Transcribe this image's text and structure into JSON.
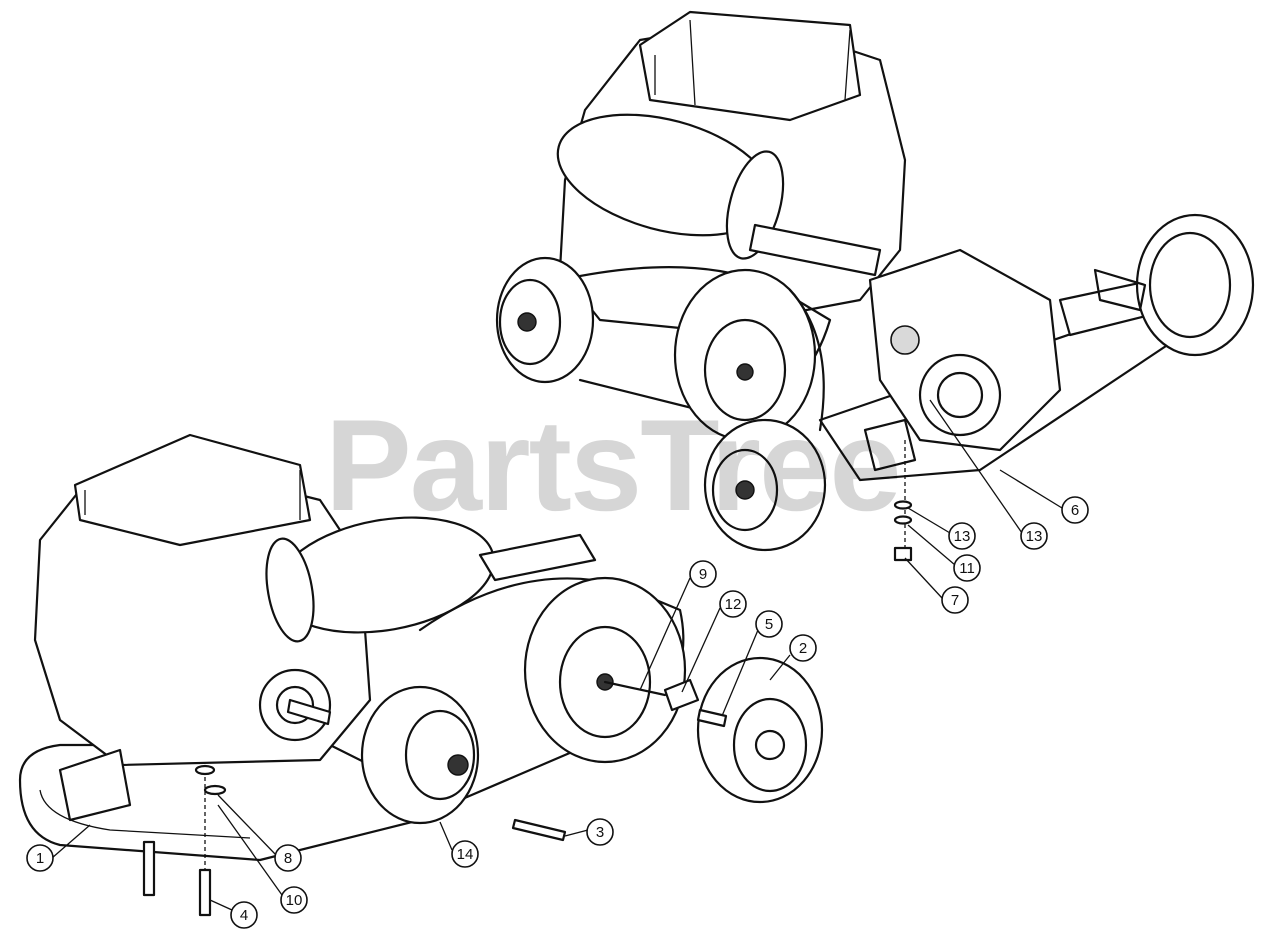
{
  "watermark": "PartsTree",
  "callouts": [
    {
      "id": "c1",
      "label": "1"
    },
    {
      "id": "c2",
      "label": "2"
    },
    {
      "id": "c3",
      "label": "3"
    },
    {
      "id": "c4",
      "label": "4"
    },
    {
      "id": "c5",
      "label": "5"
    },
    {
      "id": "c6",
      "label": "6"
    },
    {
      "id": "c7",
      "label": "7"
    },
    {
      "id": "c8",
      "label": "8"
    },
    {
      "id": "c9",
      "label": "9"
    },
    {
      "id": "c10",
      "label": "10"
    },
    {
      "id": "c11",
      "label": "11"
    },
    {
      "id": "c12",
      "label": "12"
    },
    {
      "id": "c13a",
      "label": "13"
    },
    {
      "id": "c13b",
      "label": "13"
    },
    {
      "id": "c14",
      "label": "14"
    }
  ]
}
